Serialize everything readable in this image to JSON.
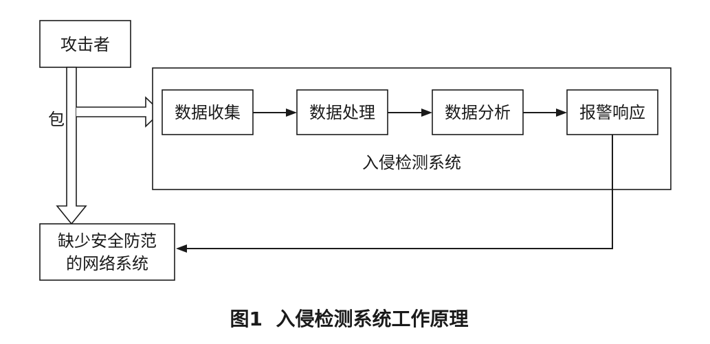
{
  "attacker": "攻击者",
  "packet_label": "包",
  "ids": {
    "title": "入侵检测系统",
    "stages": [
      "数据收集",
      "数据处理",
      "数据分析",
      "报警响应"
    ]
  },
  "target": {
    "line1": "缺少安全防范",
    "line2": "的网络系统"
  },
  "caption": "图1  入侵检测系统工作原理"
}
